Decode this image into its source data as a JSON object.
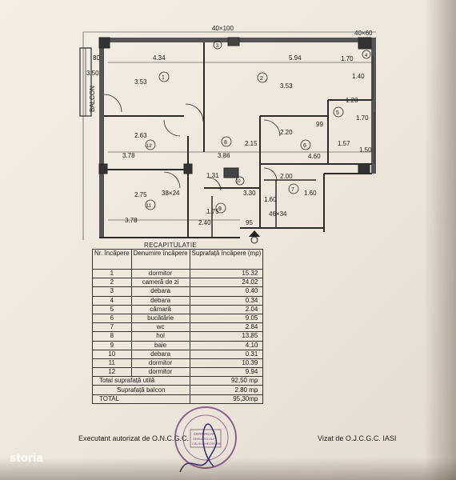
{
  "plan": {
    "top_dims": [
      "40×100",
      "40×60"
    ],
    "dims": [
      "80",
      "4.34",
      "5.94",
      "1.70",
      "3.50",
      "3.53",
      "3.53",
      "1.40",
      "1.20",
      "1.70",
      "2.63",
      "2.20",
      "99",
      "1.57",
      "3.78",
      "3.86",
      "2.15",
      "4.60",
      "1.50",
      "1.31",
      "2.00",
      "1.60",
      "38×24",
      "2.75",
      "3.30",
      "1.75",
      "1.60",
      "3.78",
      "2.40",
      "95",
      "46×34"
    ],
    "balcony_label": "BALCON",
    "rooms": [
      "1",
      "2",
      "3",
      "4",
      "5",
      "6",
      "7",
      "8",
      "9",
      "10",
      "11",
      "12"
    ]
  },
  "recap": {
    "title": "RECAPITULATIE",
    "col1": "Nr. încăpere",
    "col2": "Denumire încăpere",
    "col3": "Suprafață încăpere (mp)",
    "rows": [
      [
        "1",
        "dormitor",
        "15.32"
      ],
      [
        "2",
        "cameră de zi",
        "24.02"
      ],
      [
        "3",
        "debara",
        "0.40"
      ],
      [
        "4",
        "debara",
        "0.34"
      ],
      [
        "5",
        "cămară",
        "2.04"
      ],
      [
        "6",
        "bucătărie",
        "9.05"
      ],
      [
        "7",
        "wc",
        "2.84"
      ],
      [
        "8",
        "hol",
        "13.85"
      ],
      [
        "9",
        "baie",
        "4.10"
      ],
      [
        "10",
        "debara",
        "0.31"
      ],
      [
        "11",
        "dormitor",
        "10.39"
      ],
      [
        "12",
        "dormitor",
        "9.94"
      ]
    ],
    "total_util_label": "Total   suprafață utilă",
    "total_util": "92,50 mp",
    "balcony_label": "Suprafață balcon",
    "balcony": "2.80 mp",
    "total_label": "TOTAL",
    "total": "95,30mp"
  },
  "footer": {
    "left": "Executant autorizat de O.N.C.G.C.",
    "right": "Vizat de O.J.C.G.C. IASI"
  },
  "stamp": {
    "lines": [
      "CERTIFICAT",
      "SERIA RO-IS-F",
      "CĂLIN GHEORGHE"
    ]
  },
  "watermark": "storia"
}
